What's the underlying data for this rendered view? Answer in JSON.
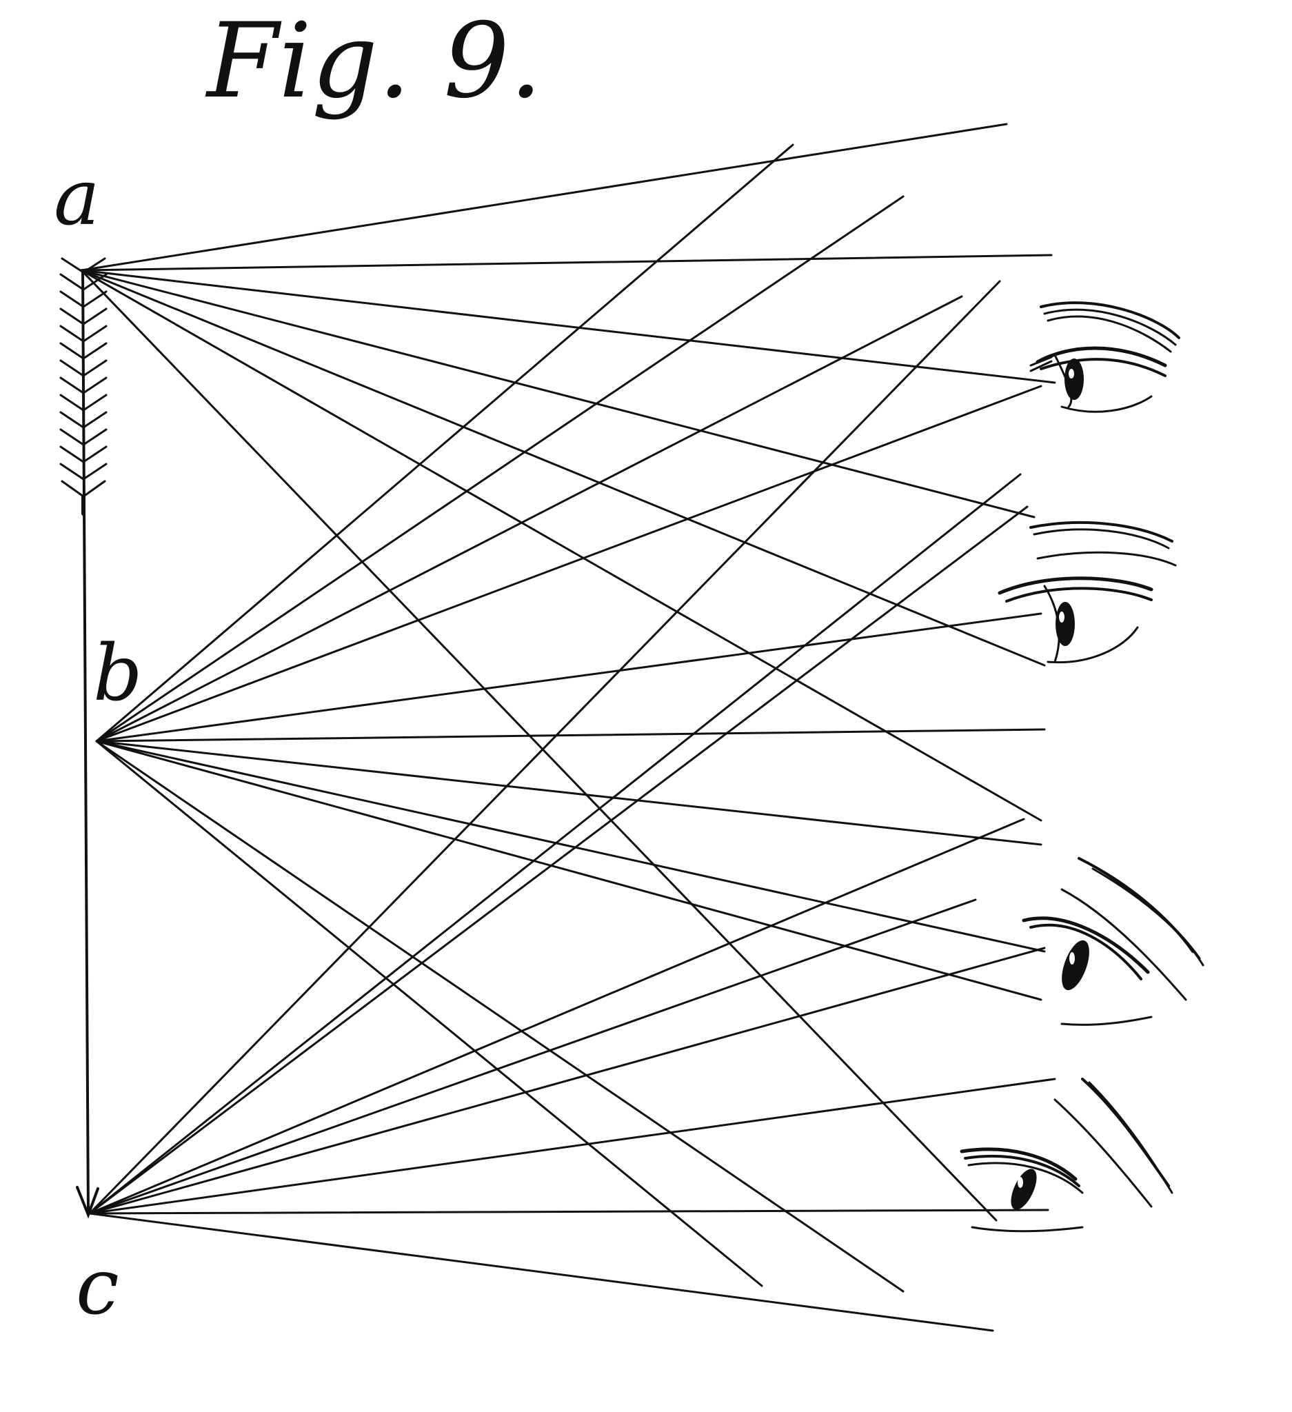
{
  "figure": {
    "title": "Fig. 9.",
    "labels": {
      "a": "a",
      "b": "b",
      "c": "c"
    }
  },
  "colors": {
    "ink": "#111111",
    "paper": "#ffffff"
  },
  "icons": [
    "eye-icon",
    "arrow-feather-icon",
    "arrow-head-icon"
  ]
}
